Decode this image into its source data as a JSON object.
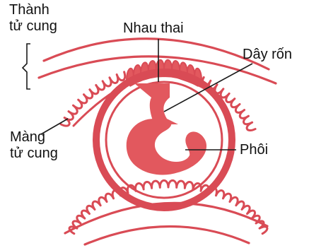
{
  "labels": {
    "uterine_wall": [
      "Thành",
      "tử cung"
    ],
    "placenta": "Nhau thai",
    "umbilical_cord": "Dây rốn",
    "uterine_lining": [
      "Màng",
      "tử cung"
    ],
    "embryo": "Phôi"
  },
  "colors": {
    "tissue_fill": "#e2585e",
    "tissue_outline": "#d94b55",
    "pointer_line": "#1a1a1a",
    "background": "#ffffff"
  }
}
